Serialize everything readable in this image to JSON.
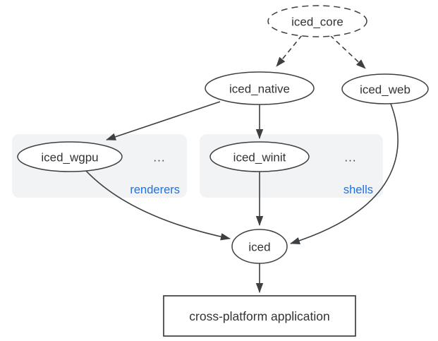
{
  "diagram": {
    "type": "dependency-graph",
    "background": "#ffffff",
    "colors": {
      "line": "#3c4043",
      "node_text": "#333333",
      "group_label_text": "#1a73e8",
      "group_box_fill": "#f1f3f4",
      "node_fill": "#ffffff"
    },
    "nodes": {
      "iced_core": {
        "label": "iced_core",
        "shape": "ellipse",
        "border": "dashed"
      },
      "iced_native": {
        "label": "iced_native",
        "shape": "ellipse",
        "border": "solid"
      },
      "iced_web": {
        "label": "iced_web",
        "shape": "ellipse",
        "border": "solid"
      },
      "iced_wgpu": {
        "label": "iced_wgpu",
        "shape": "ellipse",
        "border": "solid"
      },
      "iced_winit": {
        "label": "iced_winit",
        "shape": "ellipse",
        "border": "solid"
      },
      "iced": {
        "label": "iced",
        "shape": "ellipse",
        "border": "solid"
      },
      "app": {
        "label": "cross-platform application",
        "shape": "rectangle",
        "border": "solid"
      }
    },
    "groups": {
      "renderers": {
        "label": "renderers",
        "ellipsis": "...",
        "contains": [
          "iced_wgpu"
        ]
      },
      "shells": {
        "label": "shells",
        "ellipsis": "...",
        "contains": [
          "iced_winit"
        ]
      }
    },
    "edges": [
      {
        "from": "iced_core",
        "to": "iced_native",
        "style": "dashed"
      },
      {
        "from": "iced_core",
        "to": "iced_web",
        "style": "dashed"
      },
      {
        "from": "iced_native",
        "to": "iced_wgpu",
        "style": "solid"
      },
      {
        "from": "iced_native",
        "to": "iced_winit",
        "style": "solid"
      },
      {
        "from": "iced_wgpu",
        "to": "iced",
        "style": "solid"
      },
      {
        "from": "iced_winit",
        "to": "iced",
        "style": "solid"
      },
      {
        "from": "iced_web",
        "to": "iced",
        "style": "solid"
      },
      {
        "from": "iced",
        "to": "app",
        "style": "solid"
      }
    ]
  }
}
